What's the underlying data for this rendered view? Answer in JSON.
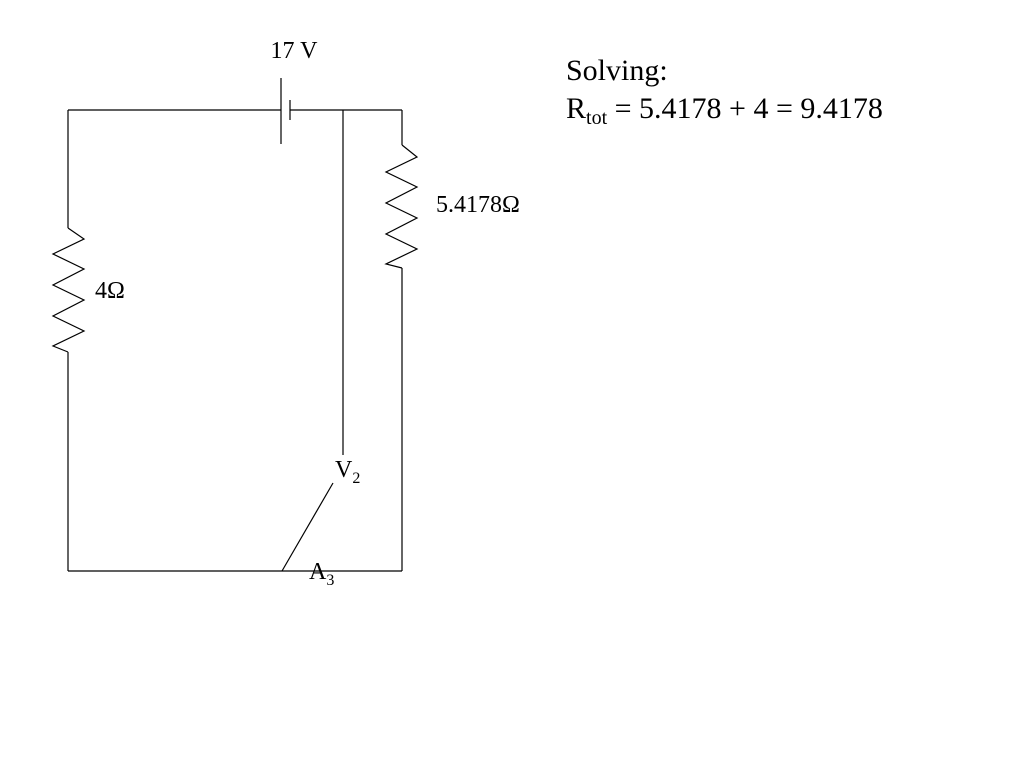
{
  "diagram": {
    "battery_label": "17 V",
    "resistor_left_label": "4Ω",
    "resistor_right_label": "5.4178Ω",
    "voltmeter_label": "V",
    "voltmeter_subscript": "2",
    "ammeter_label": "A",
    "ammeter_subscript": "3"
  },
  "solution": {
    "heading": "Solving:",
    "r_symbol": "R",
    "r_subscript": "tot",
    "equation": " = 5.4178 + 4 = 9.4178"
  }
}
